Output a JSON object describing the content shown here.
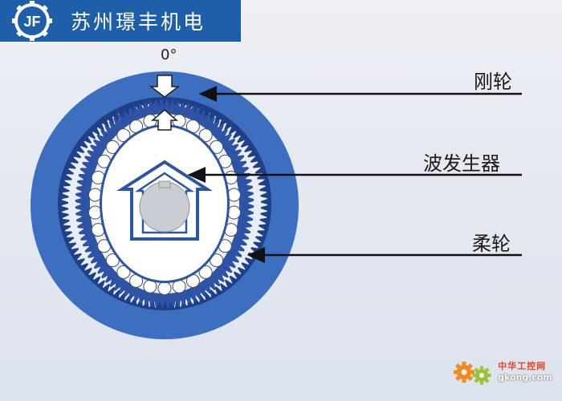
{
  "header": {
    "company_name": "苏州璟丰机电",
    "logo_letters": "JF",
    "brand_color": "#1f5fa9"
  },
  "diagram": {
    "angle_label": "0°",
    "labels": {
      "circular_spline": "刚轮",
      "wave_generator": "波发生器",
      "flexspline": "柔轮"
    },
    "colors": {
      "outer_disc": "#3c6fbf",
      "rigid_gear_teeth": "#1f3f86",
      "flexspline_teeth": "#2e53a6",
      "bearing_balls": "#ffffff",
      "arrows": "#111111"
    },
    "counts": {
      "rigid_teeth": 102,
      "flex_teeth": 100,
      "balls": 30
    }
  },
  "watermark": {
    "name": "中华工控网",
    "url": "gkong.com",
    "icon": "gear-icon"
  }
}
